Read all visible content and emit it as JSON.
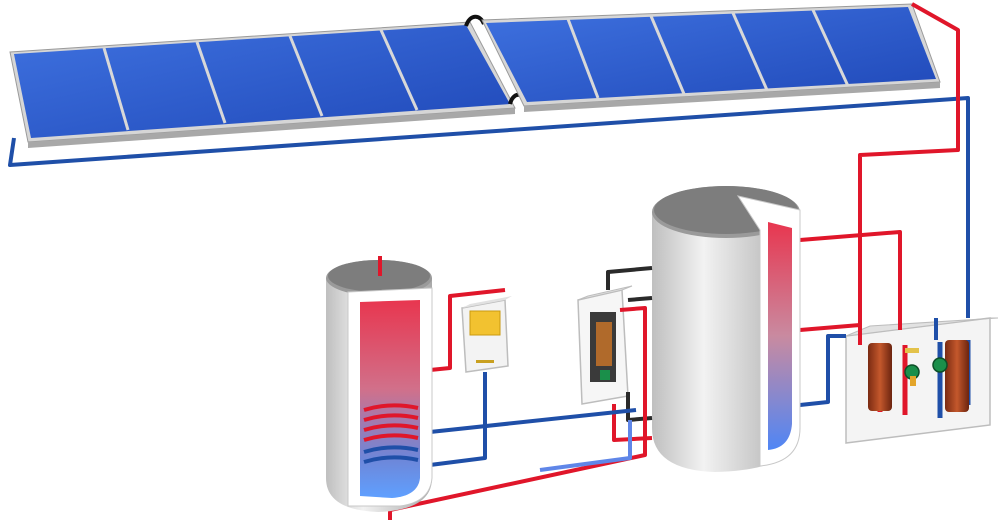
{
  "diagram": {
    "components": [
      {
        "id": "solar-collector-array-left",
        "kind": "solar-collector",
        "panels": 5
      },
      {
        "id": "solar-collector-array-right",
        "kind": "solar-collector",
        "panels": 5
      },
      {
        "id": "dhw-storage-tank",
        "kind": "tank-with-coil"
      },
      {
        "id": "controller-unit",
        "kind": "controller"
      },
      {
        "id": "fresh-water-station",
        "kind": "heat-exchanger-station"
      },
      {
        "id": "buffer-storage-tank",
        "kind": "tank"
      },
      {
        "id": "pump-station",
        "kind": "pump-group"
      }
    ],
    "colors": {
      "supply_hot": "#e0162a",
      "return_cold": "#1f4fa8",
      "panel_blue": "#2f5fd0",
      "panel_frame": "#c9c9c9",
      "tank_shell": "#d9d9d9",
      "tank_insulation": "#ffffff",
      "tank_hot": "#e23a5c",
      "tank_cold": "#5f86e8"
    }
  }
}
